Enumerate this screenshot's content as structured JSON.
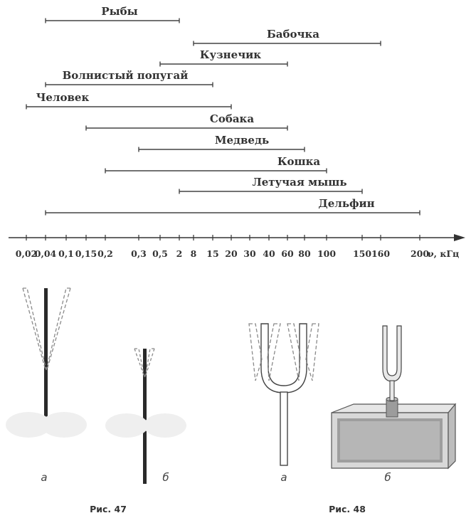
{
  "chart_data": {
    "type": "range-bar",
    "axis_ticks": [
      "0,02",
      "0,04",
      "0,1",
      "0,15",
      "0,2",
      "0,3",
      "0,5",
      "2",
      "8",
      "15",
      "20",
      "30",
      "40",
      "60",
      "80",
      "100",
      "150",
      "160",
      "200"
    ],
    "axis_unit": "ν, кГц",
    "ranges": [
      {
        "name": "Рыбы",
        "low": "0,04",
        "high": "2"
      },
      {
        "name": "Бабочка",
        "low": "8",
        "high": "160"
      },
      {
        "name": "Кузнечик",
        "low": "0,5",
        "high": "60"
      },
      {
        "name": "Волнистый попугай",
        "low": "0,04",
        "high": "15"
      },
      {
        "name": "Человек",
        "low": "0,02",
        "high": "20"
      },
      {
        "name": "Собака",
        "low": "0,15",
        "high": "60"
      },
      {
        "name": "Медведь",
        "low": "0,3",
        "high": "80"
      },
      {
        "name": "Кошка",
        "low": "0,2",
        "high": "100"
      },
      {
        "name": "Летучая мышь",
        "low": "2",
        "high": "150"
      },
      {
        "name": "Дельфин",
        "low": "0,04",
        "high": "200"
      }
    ]
  },
  "figures": {
    "fig47": {
      "caption": "Рис. 47",
      "part_a": "а",
      "part_b": "б"
    },
    "fig48": {
      "caption": "Рис. 48",
      "part_a": "а",
      "part_b": "б"
    }
  },
  "colors": {
    "ink": "#333333",
    "bar": "#444444",
    "rod": "#2a2a2a",
    "dashed": "#8a8a8a"
  }
}
